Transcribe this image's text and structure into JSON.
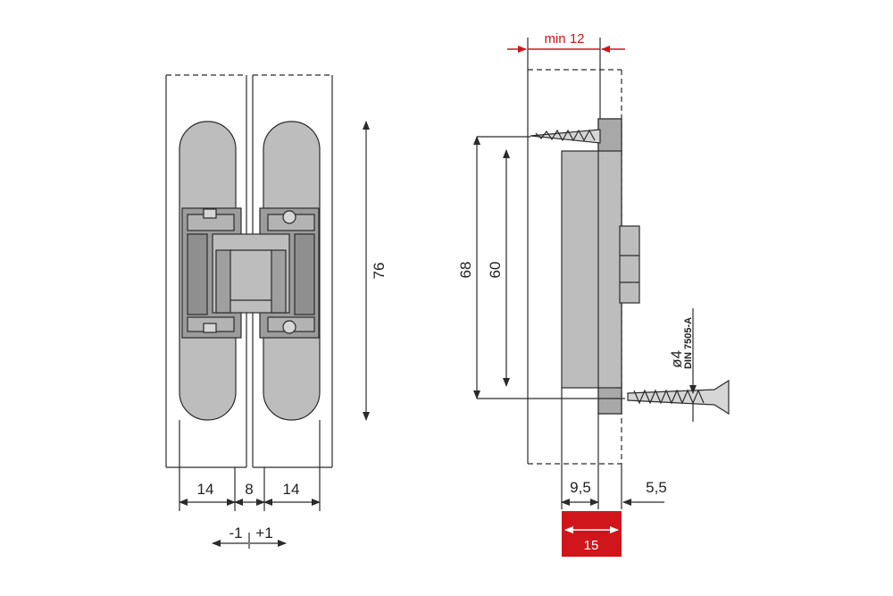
{
  "front_view": {
    "height_label": "76",
    "width_left_label": "14",
    "gap_label": "8",
    "width_right_label": "14",
    "adjust_minus_label": "-1",
    "adjust_plus_label": "+1"
  },
  "side_view": {
    "min_depth_label": "min 12",
    "screw_spacing_label": "68",
    "body_height_label": "60",
    "screw_diameter_label": "ø4",
    "screw_standard_label": "DIN 7505-A",
    "body_depth_label": "9,5",
    "flange_label": "5,5",
    "total_depth_label": "15"
  },
  "colors": {
    "line": "#2b2b2b",
    "hinge_fill": "#bdbdbd",
    "hinge_dark": "#8f8f8f",
    "accent_red": "#d0161b"
  }
}
